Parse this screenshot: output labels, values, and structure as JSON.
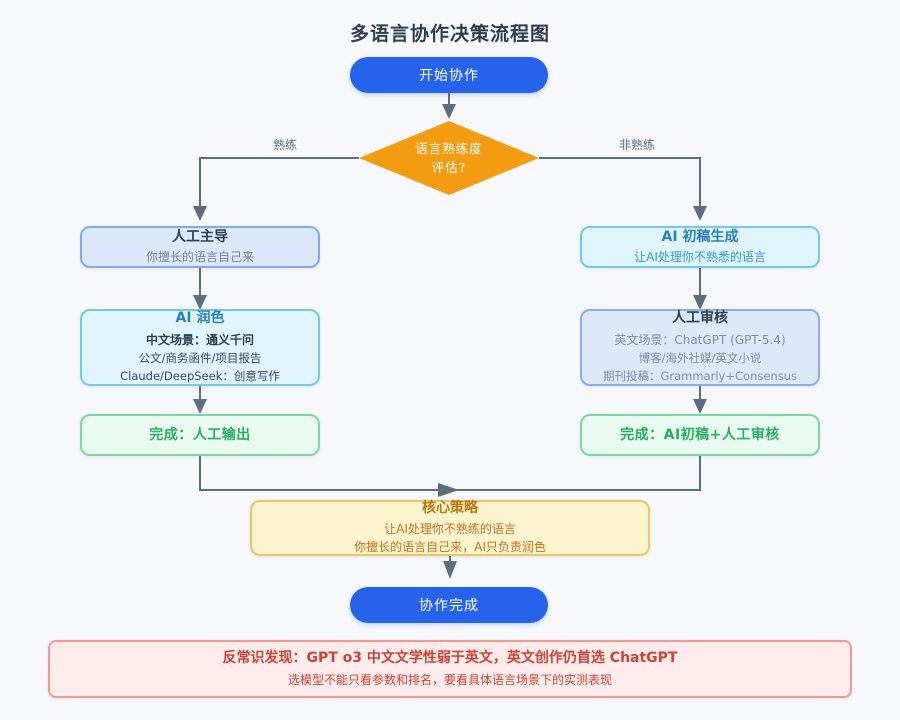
{
  "page": {
    "title": "多语言协作决策流程图"
  },
  "colors": {
    "background": "#f6f8fb",
    "primary_blue": "#2563eb",
    "decision_orange": "#f39c12",
    "success_green": "#27ae60",
    "strategy_amber": "#b9770e",
    "alert_red": "#cb4335",
    "connector_slate": "#5d6d7e"
  },
  "flow": {
    "start": {
      "label": "开始协作"
    },
    "decision": {
      "line1": "语言熟练度",
      "line2": "评估?"
    },
    "branches": {
      "left": "熟练",
      "right": "非熟练"
    },
    "human_lead": {
      "title": "人工主导",
      "subtitle": "你擅长的语言自己来"
    },
    "ai_draft": {
      "title": "AI 初稿生成",
      "subtitle": "让AI处理你不熟悉的语言"
    },
    "ai_polish": {
      "title": "AI 润色",
      "lines": [
        "中文场景：通义千问",
        "公文/商务函件/项目报告",
        "Claude/DeepSeek：创意写作"
      ]
    },
    "human_review": {
      "title": "人工审核",
      "lines": [
        "英文场景：ChatGPT (GPT-5.4)",
        "博客/海外社媒/英文小说",
        "期刊投稿：Grammarly+Consensus"
      ]
    },
    "done_left": {
      "label": "完成：人工输出"
    },
    "done_right": {
      "label": "完成：AI初稿+人工审核"
    },
    "strategy": {
      "title": "核心策略",
      "lines": [
        "让AI处理你不熟练的语言",
        "你擅长的语言自己来，AI只负责润色"
      ]
    },
    "end": {
      "label": "协作完成"
    },
    "insight": {
      "headline": "反常识发现：GPT o3 中文文学性弱于英文，英文创作仍首选 ChatGPT",
      "note": "选模型不能只看参数和排名，要看具体语言场景下的实测表现"
    }
  }
}
